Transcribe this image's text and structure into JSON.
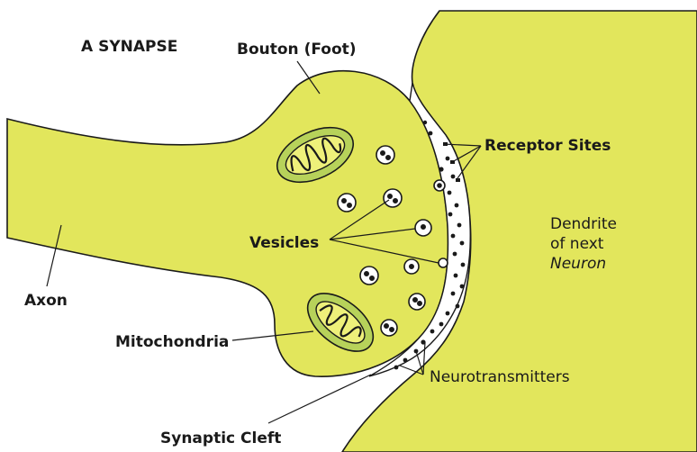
{
  "title": "A SYNAPSE",
  "labels": {
    "bouton": "Bouton (Foot)",
    "receptor_sites": "Receptor Sites",
    "dendrite_line1": "Dendrite",
    "dendrite_line2": "of next",
    "dendrite_line3": "Neuron",
    "vesicles": "Vesicles",
    "axon": "Axon",
    "mitochondria": "Mitochondria",
    "neurotransmitters": "Neurotransmitters",
    "synaptic_cleft": "Synaptic Cleft"
  },
  "colors": {
    "tissue_fill": "#e2e65c",
    "mito_outer": "#b7d25a",
    "mito_inner": "#eef07a",
    "cleft_fill": "#ffffff",
    "ink": "#1a1a1a",
    "background": "#ffffff"
  }
}
